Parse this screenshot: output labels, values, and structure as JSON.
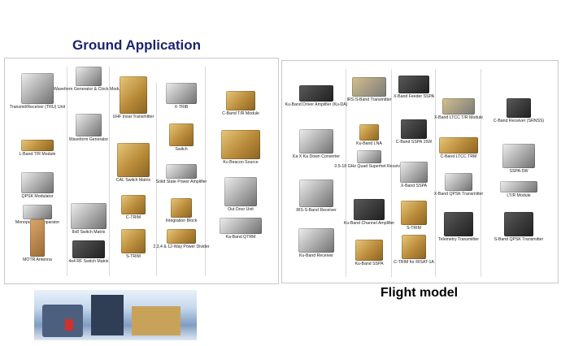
{
  "ground_title": "Ground Application",
  "flight_title": "Flight model",
  "ground_items": [
    "Transmit/Receiver (TRU) Unit",
    "Waveform Generator & Clock Module",
    "UHF Insat Transmitter",
    "X-TRiB",
    "C-Band T/R Module",
    "L-Band T/R Module",
    "Waveform Generator",
    "Switch",
    "Ku Beacon Source",
    "QPSK Modulator",
    "CAL Switch Matrix",
    "Solid State Power Amplifier",
    "Out Door Unit",
    "Monopulse Comparator",
    "8x8 Switch Matrix",
    "C-TRIM",
    "Integration Block",
    "Ka-Band QTRM",
    "MOTR Antenna",
    "4x4 RF Switch Matrix",
    "S-TRIM",
    "2,3,4 & 12-Way Power Divider"
  ],
  "flight_items": [
    "Ku-Band Driver Amplifier (Ku-DA)",
    "IRS-S-Band Transmitter",
    "X-Band Feeder SSPA",
    "X-Band LTCC T/R Module",
    "C-Band Receiver (SRNSS)",
    "Ku-Band LNA",
    "C-Band SSPA 15W",
    "C-Band LTCC TRM",
    "Ka X Ka Down Converter",
    "0.5-18 GHz Quad Superhet Receiver",
    "X-Band SSPA",
    "SSPA-5W",
    "IRS-S-Band Receiver",
    "X-Band QPSK Transmitter",
    "LT/R Module",
    "Ku-Band Channel Amplifier",
    "S-TRIM",
    "Telemetry Transmitter",
    "S-Band QPSK Transmitter",
    "Ku-Band Receiver",
    "Ku-Band SSPA",
    "C-TRIM for RISAT-1A"
  ]
}
